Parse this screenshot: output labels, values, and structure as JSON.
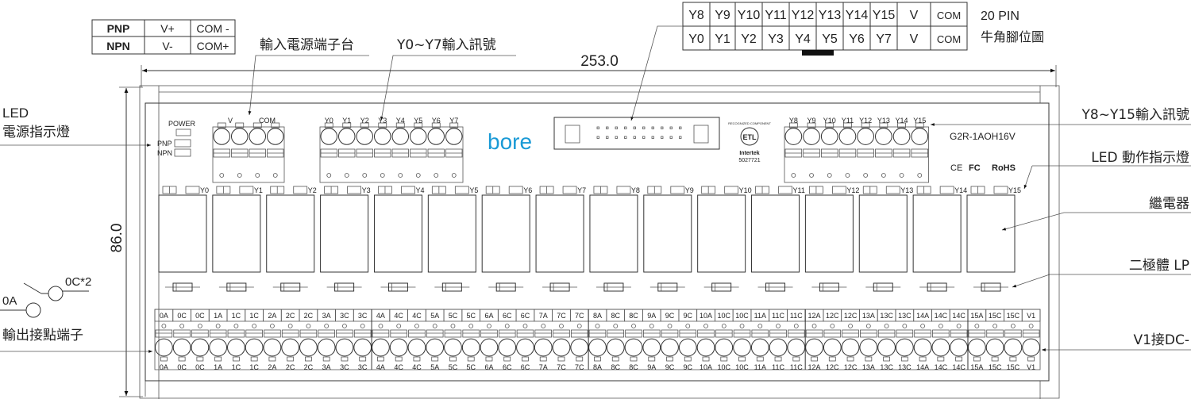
{
  "polarity_table": {
    "rows": [
      {
        "type": "PNP",
        "v": "V+",
        "com": "COM -"
      },
      {
        "type": "NPN",
        "v": "V-",
        "com": "COM+"
      }
    ]
  },
  "pin_table": {
    "top_row": [
      "Y8",
      "Y9",
      "Y10",
      "Y11",
      "Y12",
      "Y13",
      "Y14",
      "Y15",
      "V",
      "COM"
    ],
    "bottom_row": [
      "Y0",
      "Y1",
      "Y2",
      "Y3",
      "Y4",
      "Y5",
      "Y6",
      "Y7",
      "V",
      "COM"
    ],
    "title": "20 PIN",
    "subtitle": "牛角腳位圖"
  },
  "callouts": {
    "power_terminal": "輸入電源端子台",
    "y0_y7": "Y0~Y7輸入訊號",
    "y8_y15": "Y8~Y15輸入訊號",
    "led_action": "LED 動作指示燈",
    "relay": "繼電器",
    "diode": "二極體 LP",
    "v1": "V1接DC-",
    "led_power_1": "LED",
    "led_power_2": "電源指示燈",
    "output_terminal": "輸出接點端子",
    "switch_a": "0A",
    "switch_c": "0C*2"
  },
  "dimensions": {
    "width": "253.0",
    "height": "86.0"
  },
  "board": {
    "brand": "bore",
    "brand_color": "#1a9ad6",
    "model": "G2R-1AOH16V",
    "certs": [
      "CE",
      "FC",
      "RoHS"
    ],
    "etl_top": "RECOGNIZED COMPONENT",
    "etl": "ETL",
    "intertek": "Intertek",
    "intertek_no": "5027721",
    "power_label": "POWER",
    "pnp_label": "PNP",
    "npn_label": "NPN",
    "power_terminal_labels": [
      "V",
      "COM"
    ],
    "input_block_a": [
      "Y0",
      "Y1",
      "Y2",
      "Y3",
      "Y4",
      "Y5",
      "Y6",
      "Y7"
    ],
    "input_block_b": [
      "Y8",
      "Y9",
      "Y10",
      "Y11",
      "Y12",
      "Y13",
      "Y14",
      "Y15"
    ],
    "led_labels": [
      "Y0",
      "Y1",
      "Y2",
      "Y3",
      "Y4",
      "Y5",
      "Y6",
      "Y7",
      "Y8",
      "Y9",
      "Y10",
      "Y11",
      "Y12",
      "Y13",
      "Y14",
      "Y15"
    ],
    "output_terminals": [
      "0A",
      "0C",
      "0C",
      "1A",
      "1C",
      "1C",
      "2A",
      "2C",
      "2C",
      "3A",
      "3C",
      "3C",
      "4A",
      "4C",
      "4C",
      "5A",
      "5C",
      "5C",
      "6A",
      "6C",
      "6C",
      "7A",
      "7C",
      "7C",
      "8A",
      "8C",
      "8C",
      "9A",
      "9C",
      "9C",
      "10A",
      "10C",
      "10C",
      "11A",
      "11C",
      "11C",
      "12A",
      "12C",
      "12C",
      "13A",
      "13C",
      "13C",
      "14A",
      "14C",
      "14C",
      "15A",
      "15C",
      "15C",
      "V1"
    ]
  }
}
